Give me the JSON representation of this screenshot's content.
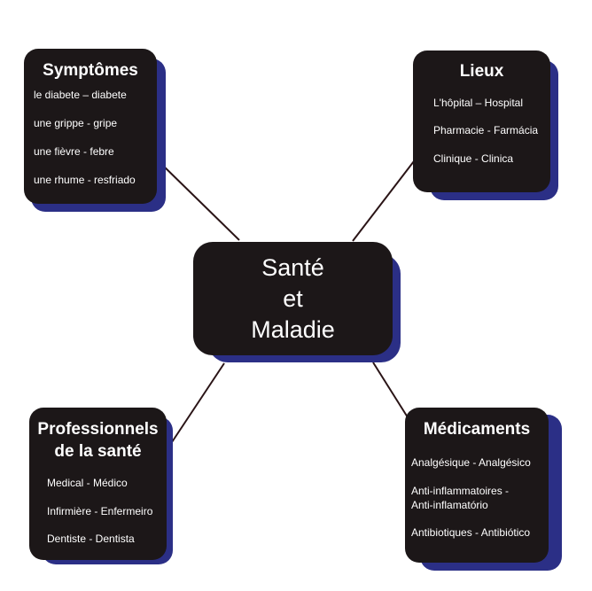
{
  "center": {
    "lines": [
      "Santé",
      "et",
      "Maladie"
    ]
  },
  "symptomes": {
    "title": "Symptômes",
    "items": [
      "le diabete – diabete",
      "une grippe - gripe",
      "une fièvre - febre",
      "une rhume - resfriado"
    ]
  },
  "lieux": {
    "title": "Lieux",
    "items": [
      "L'hôpital – Hospital",
      "Pharmacie - Farmácia",
      "Clinique - Clinica"
    ]
  },
  "professionnels": {
    "title_lines": [
      "Professionnels",
      "de la santé"
    ],
    "items": [
      "Medical - Médico",
      "Infirmière - Enfermeiro",
      "Dentiste - Dentista"
    ]
  },
  "medicaments": {
    "title": "Médicaments",
    "items": [
      "Analgésique - Analgésico",
      "Anti-inflammatoires -",
      "Anti-inflamatório",
      "Antibiotiques - Antibiótico"
    ]
  }
}
